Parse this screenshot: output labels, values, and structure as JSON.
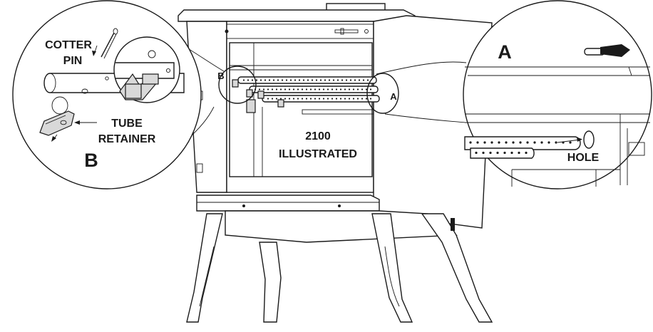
{
  "labels": {
    "cotter_pin_line1": "COTTER",
    "cotter_pin_line2": "PIN",
    "tube_retainer_line1": "TUBE",
    "tube_retainer_line2": "RETAINER",
    "detail_b_large": "B",
    "detail_b_small": "B",
    "detail_a_large": "A",
    "detail_a_small": "A",
    "model_line1": "2100",
    "model_line2": "ILLUSTRATED",
    "hole": "HOLE"
  }
}
